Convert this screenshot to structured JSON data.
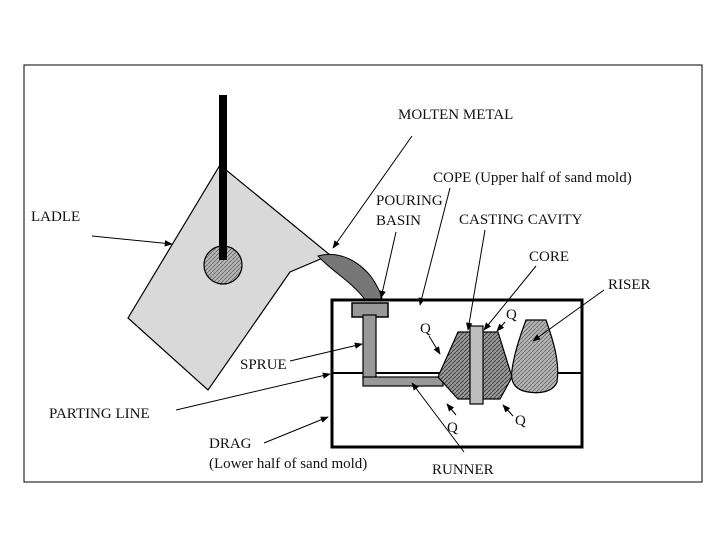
{
  "labels": {
    "molten_metal": "MOLTEN METAL",
    "cope": "COPE (Upper half of sand mold)",
    "pouring_basin_line1": "POURING",
    "pouring_basin_line2": "BASIN",
    "casting_cavity": "CASTING CAVITY",
    "ladle": "LADLE",
    "core": "CORE",
    "riser": "RISER",
    "sprue": "SPRUE",
    "parting_line": "PARTING LINE",
    "drag_line1": "DRAG",
    "drag_line2": "(Lower half of sand mold)",
    "runner": "RUNNER",
    "q_marker": "Q"
  },
  "colors": {
    "frame": "#000000",
    "ladle_fill": "#d9d9d9",
    "metal_fill": "#777777",
    "channel_fill": "#999999",
    "cavity_fill": "#8a8a8a",
    "core_fill": "#bdbdbd",
    "mold_fill": "#ffffff"
  }
}
